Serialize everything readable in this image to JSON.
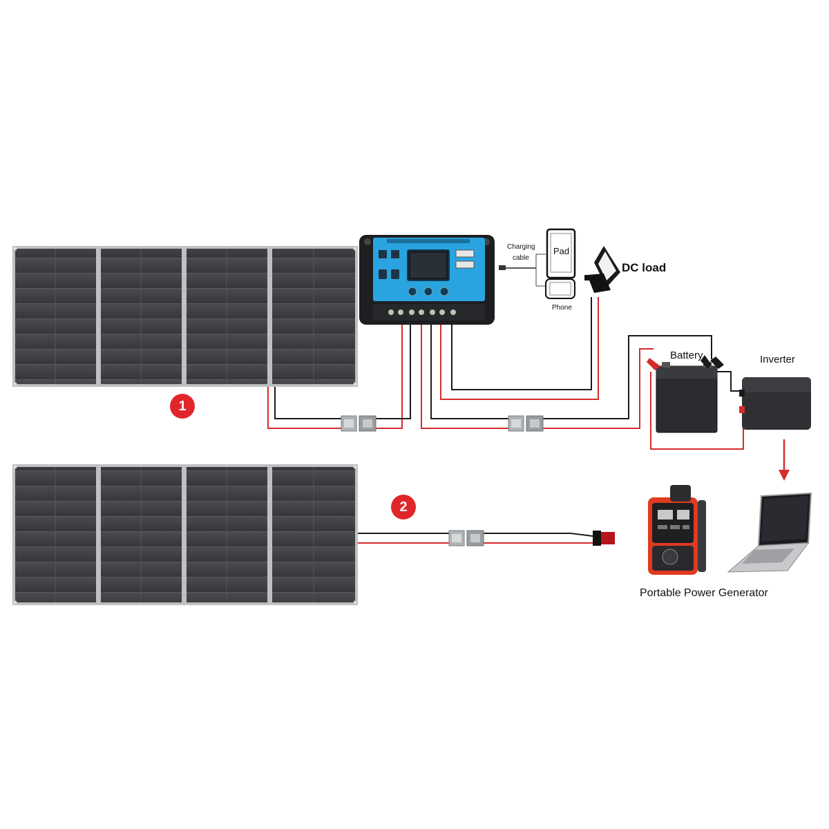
{
  "setup_1": {
    "badge": "1",
    "labels": {
      "charging_cable_line1": "Charging",
      "charging_cable_line2": "cable",
      "pad": "Pad",
      "phone": "Phone",
      "dc_load": "DC load",
      "battery": "Battery",
      "inverter": "Inverter"
    }
  },
  "setup_2": {
    "badge": "2",
    "labels": {
      "generator": "Portable Power  Generator"
    }
  },
  "colors": {
    "wire_red": "#d62b2b",
    "wire_black": "#1a1a1a",
    "panel": "#3b3c3f",
    "controller_screen": "#2aa4e0",
    "badge": "#e0262b",
    "generator_accent": "#e03a1f"
  }
}
